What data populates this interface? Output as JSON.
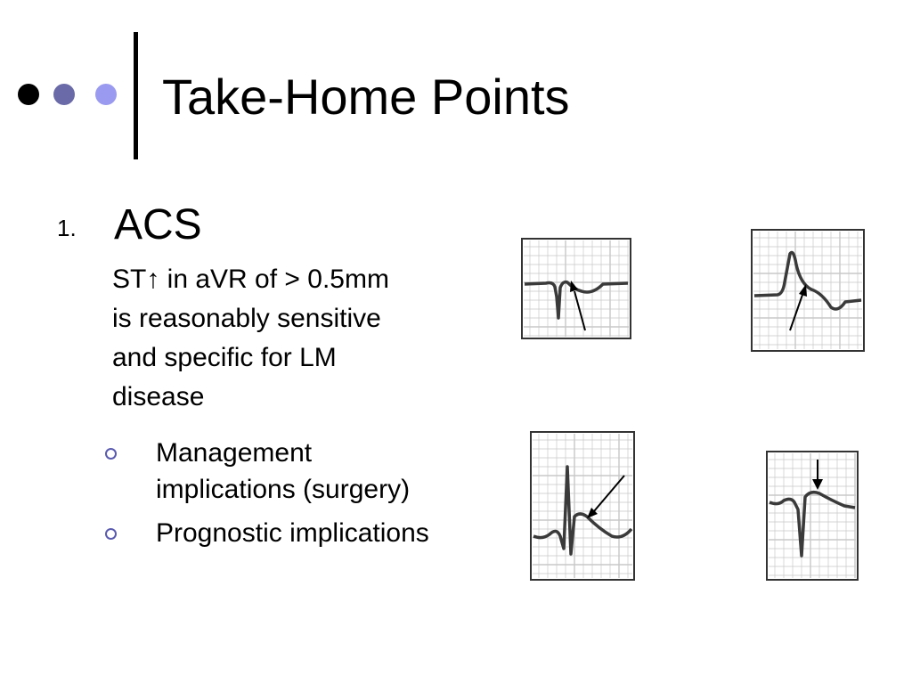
{
  "slide": {
    "title": "Take-Home Points",
    "list": {
      "number": "1.",
      "heading": "ACS",
      "paragraph_lines": [
        "ST↑ in aVR of > 0.5mm",
        "is reasonably sensitive",
        "and specific for LM",
        "disease"
      ],
      "bullets": [
        {
          "lines": [
            "Management",
            "implications (surgery)"
          ]
        },
        {
          "lines": [
            "Prognostic implications"
          ]
        }
      ]
    },
    "colors": {
      "dot_1": "#000000",
      "dot_2": "#6a6aa8",
      "dot_3": "#9a9af0",
      "bullet_ring": "#5a5ab0",
      "ecg_grid": "#c8c8c8",
      "ecg_trace": "#3a3a3a"
    }
  }
}
